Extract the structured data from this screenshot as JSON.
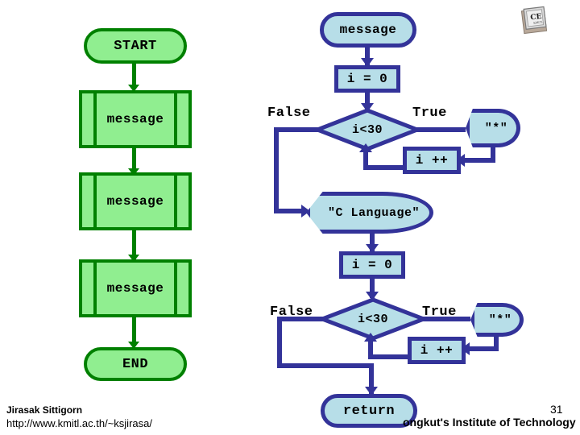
{
  "slide": {
    "page_number": "31",
    "logo_label": "CE"
  },
  "left_flow": {
    "title": "main-function-flow",
    "nodes": [
      {
        "id": "start",
        "label": "START",
        "shape": "terminator"
      },
      {
        "id": "msg1",
        "label": "message",
        "shape": "predefined-process"
      },
      {
        "id": "msg2",
        "label": "message",
        "shape": "predefined-process"
      },
      {
        "id": "msg3",
        "label": "message",
        "shape": "predefined-process"
      },
      {
        "id": "end",
        "label": "END",
        "shape": "terminator"
      }
    ]
  },
  "right_flow": {
    "title": "message-function-flow",
    "nodes": [
      {
        "id": "msg_term",
        "label": "message",
        "shape": "terminator"
      },
      {
        "id": "init1",
        "label": "i = 0",
        "shape": "process"
      },
      {
        "id": "cond1",
        "label": "i<30",
        "shape": "decision"
      },
      {
        "id": "star1",
        "label": "\"*\"",
        "shape": "display"
      },
      {
        "id": "incr1",
        "label": "i ++",
        "shape": "process"
      },
      {
        "id": "clang",
        "label": "\"C Language\"",
        "shape": "display"
      },
      {
        "id": "init2",
        "label": "i = 0",
        "shape": "process"
      },
      {
        "id": "cond2",
        "label": "i<30",
        "shape": "decision"
      },
      {
        "id": "star2",
        "label": "\"*\"",
        "shape": "display"
      },
      {
        "id": "incr2",
        "label": "i ++",
        "shape": "process"
      },
      {
        "id": "ret",
        "label": "return",
        "shape": "terminator"
      }
    ],
    "branch_labels": {
      "false_1": "False",
      "true_1": "True",
      "false_2": "False",
      "true_2": "True"
    }
  },
  "footer": {
    "author": "Jirasak Sittigorn",
    "url": "http://www.kmitl.ac.th/~ksjirasa/",
    "institute": "ongkut's Institute of Technology",
    "page": "31"
  },
  "colors": {
    "green_fill": "#90EE90",
    "green_stroke": "#008000",
    "blue_fill": "#B7DEE8",
    "blue_stroke": "#333399",
    "text": "#000000",
    "background": "#FFFFFF"
  }
}
